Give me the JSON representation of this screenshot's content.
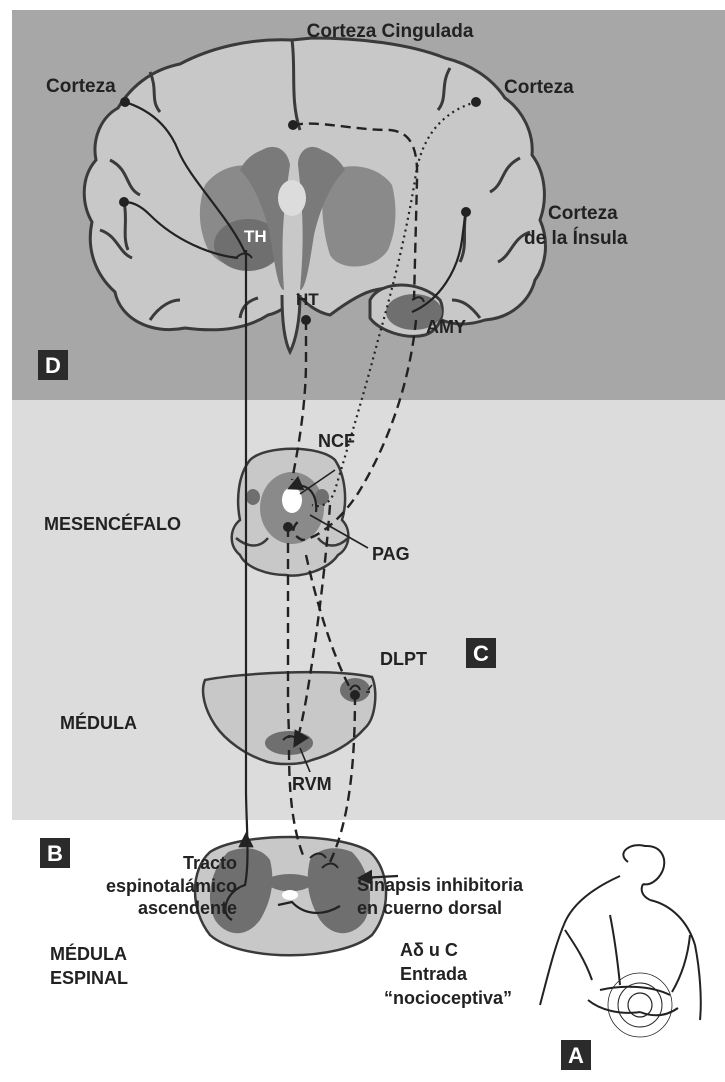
{
  "regions": {
    "brain": {
      "badge": "D"
    },
    "brainstem": {
      "badge": "C"
    },
    "spinal": {
      "badge": "B"
    },
    "body": {
      "badge": "A"
    }
  },
  "labels": {
    "cingulate": "Corteza Cingulada",
    "cortex_left": "Corteza",
    "cortex_right": "Corteza",
    "insula_line1": "Corteza",
    "insula_line2": "de la Ínsula",
    "th": "TH",
    "ht": "HT",
    "amy": "AMY",
    "ncf": "NCF",
    "pag": "PAG",
    "mesencephalon": "MESENCÉFALO",
    "dlpt": "DLPT",
    "medulla": "MÉDULA",
    "rvm": "RVM",
    "tract_line1": "Tracto",
    "tract_line2": "espinotalámico",
    "tract_line3": "ascendente",
    "synapse_line1": "Sinapsis inhibitoria",
    "synapse_line2": "en cuerno dorsal",
    "spinal_line1": "MÉDULA",
    "spinal_line2": "ESPINAL",
    "input_line1": "Aδ u C",
    "input_line2": "Entrada",
    "input_line3": "“nocioceptiva”"
  },
  "colors": {
    "brain_band": "#a7a7a7",
    "brainstem_band": "#dcdcdc",
    "spinal_band": "#ffffff",
    "tissue_light": "#c8c8c8",
    "tissue_dark": "#6f6f6f",
    "badge": "#2b2b2b"
  }
}
